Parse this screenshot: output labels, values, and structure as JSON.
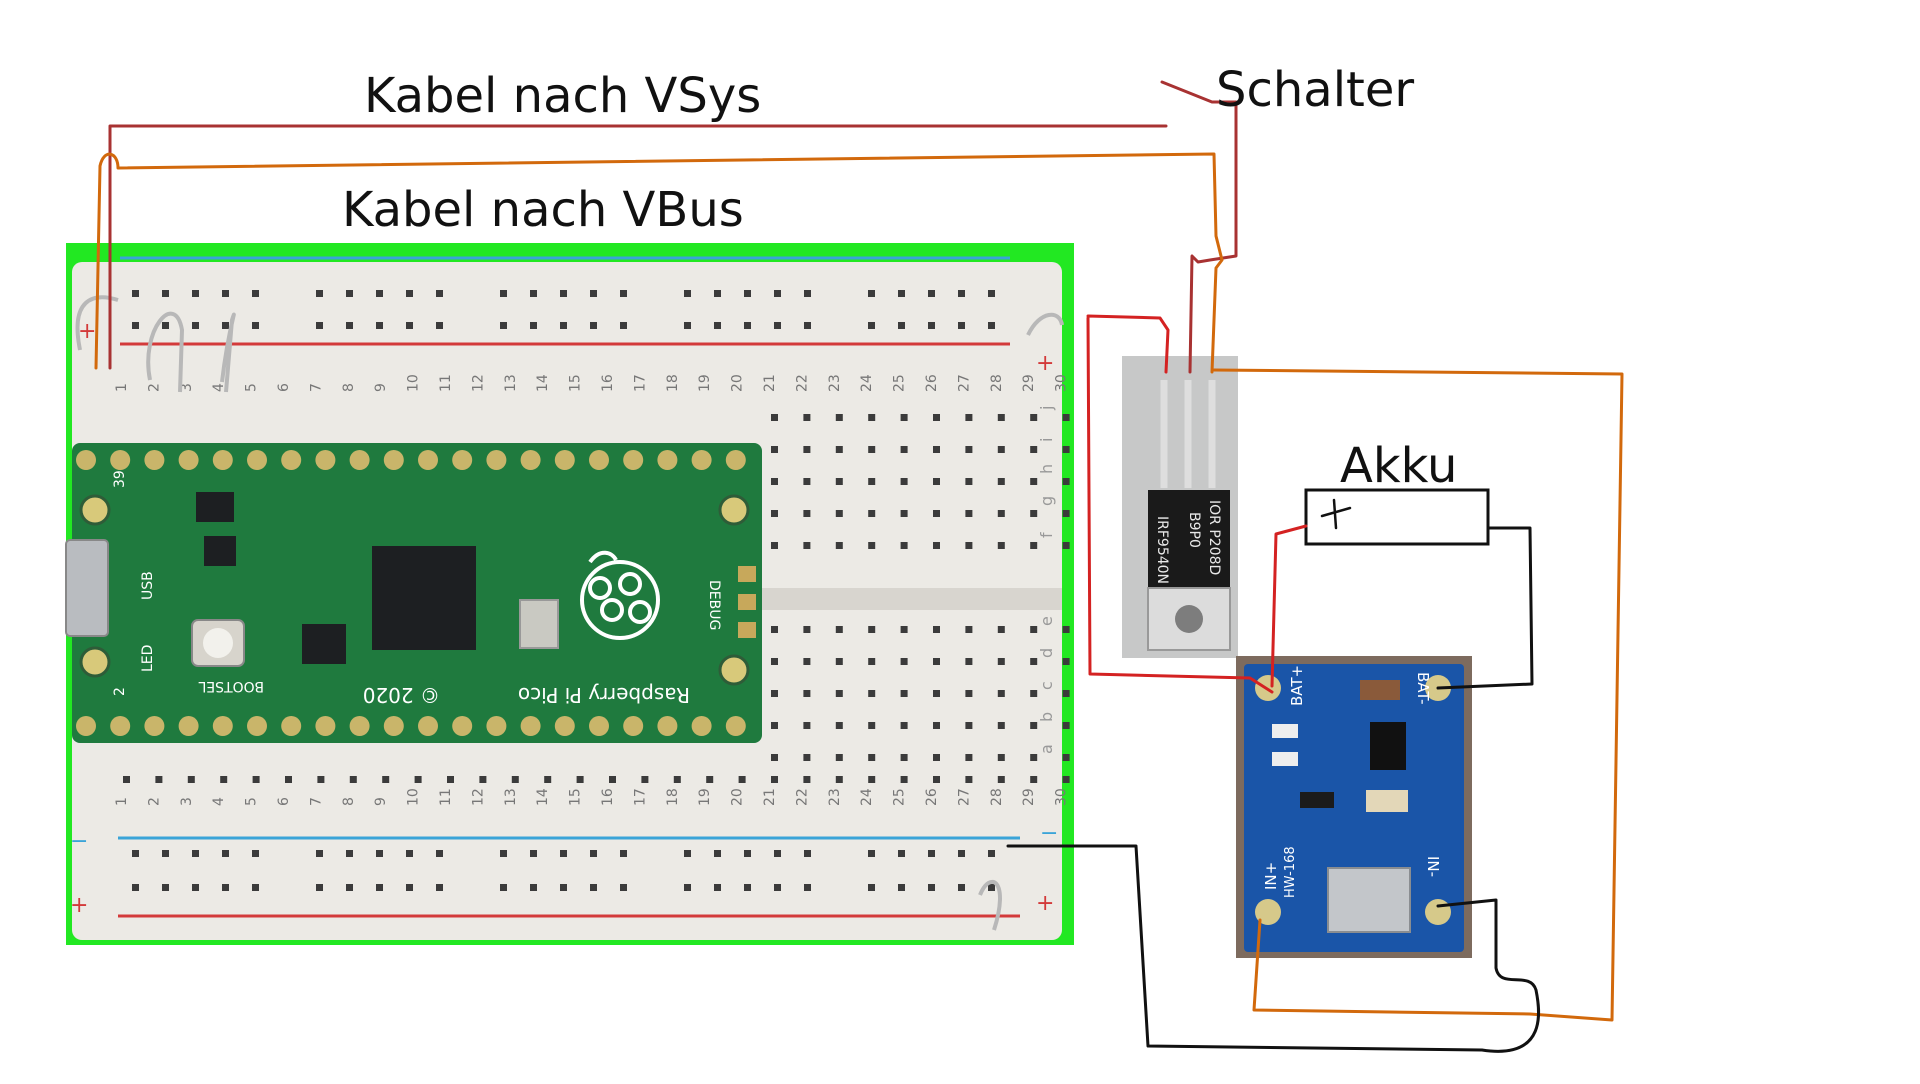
{
  "labels": {
    "vsys_cable": "Kabel nach VSys",
    "vbus_cable": "Kabel nach VBus",
    "switch": "Schalter",
    "battery": "Akku",
    "battery_plus": "+"
  },
  "breadboard": {
    "column_numbers": [
      "1",
      "2",
      "3",
      "4",
      "5",
      "6",
      "7",
      "8",
      "9",
      "10",
      "11",
      "12",
      "13",
      "14",
      "15",
      "16",
      "17",
      "18",
      "19",
      "20",
      "21",
      "22",
      "23",
      "24",
      "25",
      "26",
      "27",
      "28",
      "29",
      "30"
    ],
    "row_letters_top": [
      "j",
      "i",
      "h",
      "g",
      "f"
    ],
    "row_letters_bottom": [
      "e",
      "d",
      "c",
      "b",
      "a"
    ],
    "rail_plus": "+",
    "rail_minus": "−"
  },
  "pico": {
    "name": "Raspberry Pi Pico",
    "year": "© 2020",
    "usb": "USB",
    "led": "LED",
    "bootsel": "BOOTSEL",
    "debug": "DEBUG",
    "pin_39": "39",
    "pin_2": "2"
  },
  "mosfet": {
    "brand": "IOR P208D",
    "batch": "B9P0",
    "part": "IRF9540N"
  },
  "charger": {
    "bat_plus": "BAT+",
    "bat_minus": "BAT-",
    "in_plus": "IN+",
    "in_minus": "IN-",
    "model": "HW-168"
  },
  "colors": {
    "breadboard_frame": "#22e822",
    "pcb_green": "#1f7a3e",
    "module_blue": "#1a55a8",
    "wire_red": "#d42222",
    "wire_orange": "#d2690c",
    "wire_darkred": "#a83232",
    "wire_black": "#111111"
  }
}
